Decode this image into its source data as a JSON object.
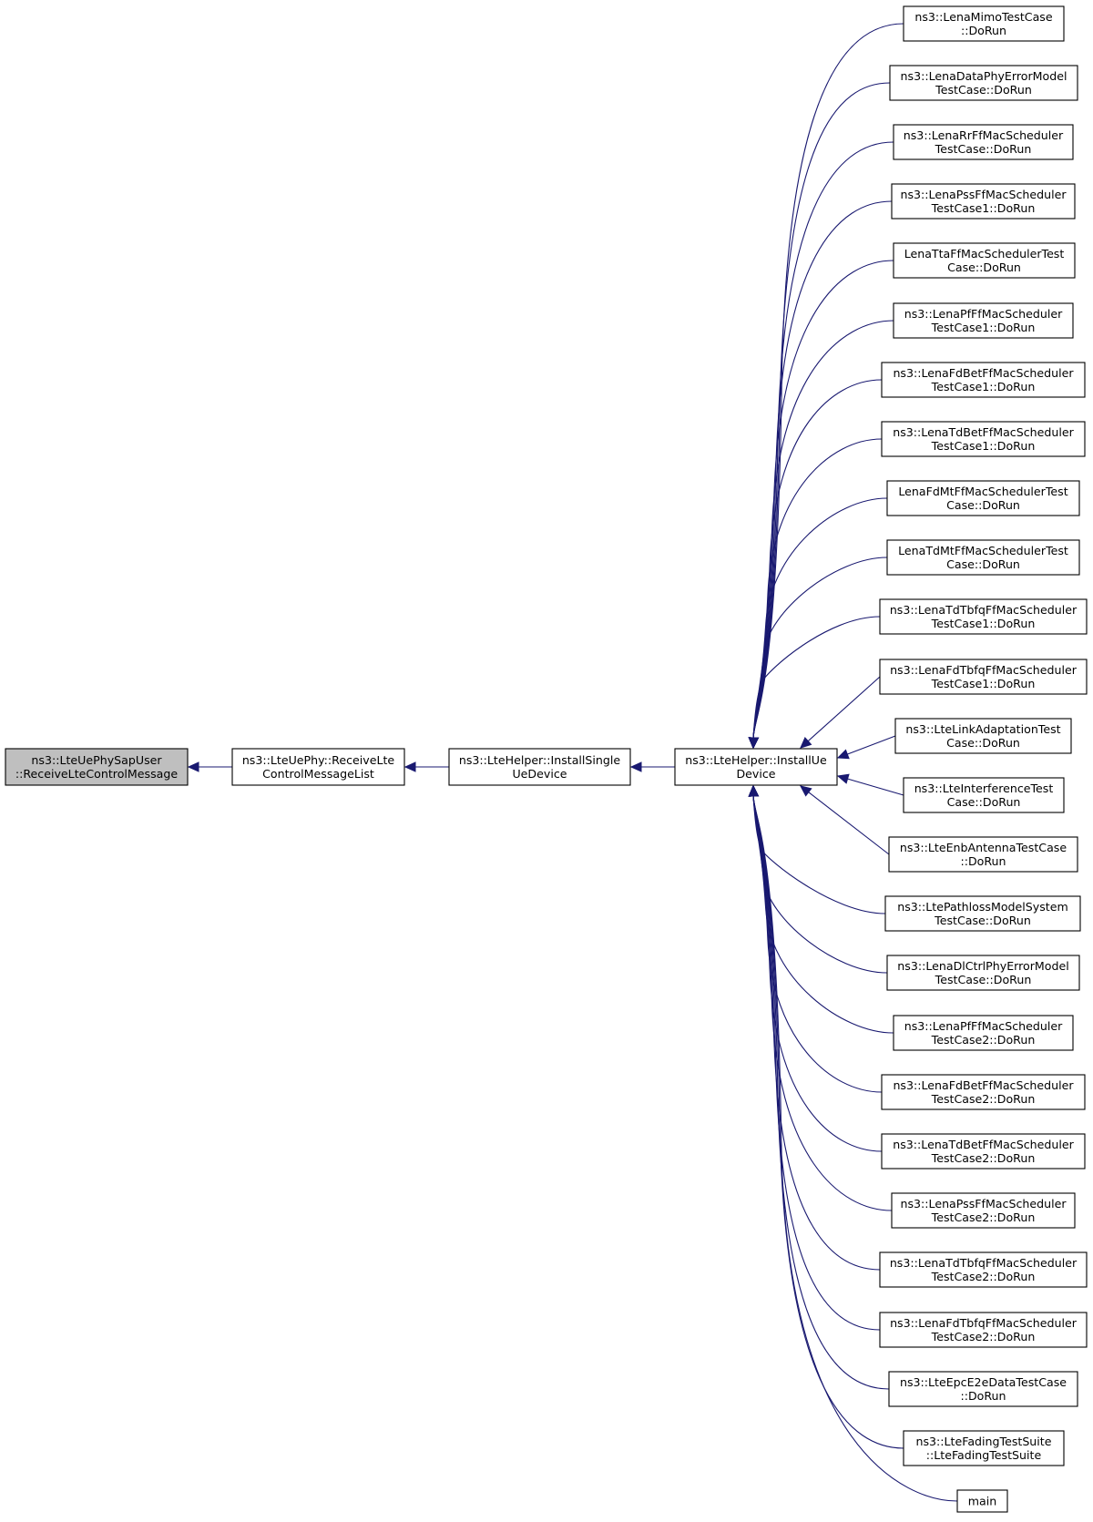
{
  "graph": {
    "colors": {
      "edge": "#191970",
      "node_border": "#000000",
      "node_fill": "#ffffff",
      "highlight_fill": "#bfbfbf"
    },
    "nodes": [
      {
        "id": "receive-lte-control-message",
        "lines": [
          "ns3::LteUePhySapUser",
          "::ReceiveLteControlMessage"
        ],
        "highlighted": true
      },
      {
        "id": "receive-lte-control-message-list",
        "lines": [
          "ns3::LteUePhy::ReceiveLte",
          "ControlMessageList"
        ]
      },
      {
        "id": "install-single-ue-device",
        "lines": [
          "ns3::LteHelper::InstallSingle",
          "UeDevice"
        ]
      },
      {
        "id": "install-ue-device",
        "lines": [
          "ns3::LteHelper::InstallUe",
          "Device"
        ]
      },
      {
        "id": "caller-1",
        "lines": [
          "ns3::LenaMimoTestCase",
          "::DoRun"
        ]
      },
      {
        "id": "caller-2",
        "lines": [
          "ns3::LenaDataPhyErrorModel",
          "TestCase::DoRun"
        ]
      },
      {
        "id": "caller-3",
        "lines": [
          "ns3::LenaRrFfMacScheduler",
          "TestCase::DoRun"
        ]
      },
      {
        "id": "caller-4",
        "lines": [
          "ns3::LenaPssFfMacScheduler",
          "TestCase1::DoRun"
        ]
      },
      {
        "id": "caller-5",
        "lines": [
          "LenaTtaFfMacSchedulerTest",
          "Case::DoRun"
        ]
      },
      {
        "id": "caller-6",
        "lines": [
          "ns3::LenaPfFfMacScheduler",
          "TestCase1::DoRun"
        ]
      },
      {
        "id": "caller-7",
        "lines": [
          "ns3::LenaFdBetFfMacScheduler",
          "TestCase1::DoRun"
        ]
      },
      {
        "id": "caller-8",
        "lines": [
          "ns3::LenaTdBetFfMacScheduler",
          "TestCase1::DoRun"
        ]
      },
      {
        "id": "caller-9",
        "lines": [
          "LenaFdMtFfMacSchedulerTest",
          "Case::DoRun"
        ]
      },
      {
        "id": "caller-10",
        "lines": [
          "LenaTdMtFfMacSchedulerTest",
          "Case::DoRun"
        ]
      },
      {
        "id": "caller-11",
        "lines": [
          "ns3::LenaTdTbfqFfMacScheduler",
          "TestCase1::DoRun"
        ]
      },
      {
        "id": "caller-12",
        "lines": [
          "ns3::LenaFdTbfqFfMacScheduler",
          "TestCase1::DoRun"
        ]
      },
      {
        "id": "caller-13",
        "lines": [
          "ns3::LteLinkAdaptationTest",
          "Case::DoRun"
        ]
      },
      {
        "id": "caller-14",
        "lines": [
          "ns3::LteInterferenceTest",
          "Case::DoRun"
        ]
      },
      {
        "id": "caller-15",
        "lines": [
          "ns3::LteEnbAntennaTestCase",
          "::DoRun"
        ]
      },
      {
        "id": "caller-16",
        "lines": [
          "ns3::LtePathlossModelSystem",
          "TestCase::DoRun"
        ]
      },
      {
        "id": "caller-17",
        "lines": [
          "ns3::LenaDlCtrlPhyErrorModel",
          "TestCase::DoRun"
        ]
      },
      {
        "id": "caller-18",
        "lines": [
          "ns3::LenaPfFfMacScheduler",
          "TestCase2::DoRun"
        ]
      },
      {
        "id": "caller-19",
        "lines": [
          "ns3::LenaFdBetFfMacScheduler",
          "TestCase2::DoRun"
        ]
      },
      {
        "id": "caller-20",
        "lines": [
          "ns3::LenaTdBetFfMacScheduler",
          "TestCase2::DoRun"
        ]
      },
      {
        "id": "caller-21",
        "lines": [
          "ns3::LenaPssFfMacScheduler",
          "TestCase2::DoRun"
        ]
      },
      {
        "id": "caller-22",
        "lines": [
          "ns3::LenaTdTbfqFfMacScheduler",
          "TestCase2::DoRun"
        ]
      },
      {
        "id": "caller-23",
        "lines": [
          "ns3::LenaFdTbfqFfMacScheduler",
          "TestCase2::DoRun"
        ]
      },
      {
        "id": "caller-24",
        "lines": [
          "ns3::LteEpcE2eDataTestCase",
          "::DoRun"
        ]
      },
      {
        "id": "caller-25",
        "lines": [
          "ns3::LteFadingTestSuite",
          "::LteFadingTestSuite"
        ]
      },
      {
        "id": "caller-26",
        "lines": [
          "main"
        ]
      }
    ],
    "edges": [
      {
        "from": "receive-lte-control-message-list",
        "to": "receive-lte-control-message"
      },
      {
        "from": "install-single-ue-device",
        "to": "receive-lte-control-message-list"
      },
      {
        "from": "install-ue-device",
        "to": "install-single-ue-device"
      },
      {
        "from": "caller-1",
        "to": "install-ue-device"
      },
      {
        "from": "caller-2",
        "to": "install-ue-device"
      },
      {
        "from": "caller-3",
        "to": "install-ue-device"
      },
      {
        "from": "caller-4",
        "to": "install-ue-device"
      },
      {
        "from": "caller-5",
        "to": "install-ue-device"
      },
      {
        "from": "caller-6",
        "to": "install-ue-device"
      },
      {
        "from": "caller-7",
        "to": "install-ue-device"
      },
      {
        "from": "caller-8",
        "to": "install-ue-device"
      },
      {
        "from": "caller-9",
        "to": "install-ue-device"
      },
      {
        "from": "caller-10",
        "to": "install-ue-device"
      },
      {
        "from": "caller-11",
        "to": "install-ue-device"
      },
      {
        "from": "caller-12",
        "to": "install-ue-device"
      },
      {
        "from": "caller-13",
        "to": "install-ue-device"
      },
      {
        "from": "caller-14",
        "to": "install-ue-device"
      },
      {
        "from": "caller-15",
        "to": "install-ue-device"
      },
      {
        "from": "caller-16",
        "to": "install-ue-device"
      },
      {
        "from": "caller-17",
        "to": "install-ue-device"
      },
      {
        "from": "caller-18",
        "to": "install-ue-device"
      },
      {
        "from": "caller-19",
        "to": "install-ue-device"
      },
      {
        "from": "caller-20",
        "to": "install-ue-device"
      },
      {
        "from": "caller-21",
        "to": "install-ue-device"
      },
      {
        "from": "caller-22",
        "to": "install-ue-device"
      },
      {
        "from": "caller-23",
        "to": "install-ue-device"
      },
      {
        "from": "caller-24",
        "to": "install-ue-device"
      },
      {
        "from": "caller-25",
        "to": "install-ue-device"
      },
      {
        "from": "caller-26",
        "to": "install-ue-device"
      }
    ]
  }
}
